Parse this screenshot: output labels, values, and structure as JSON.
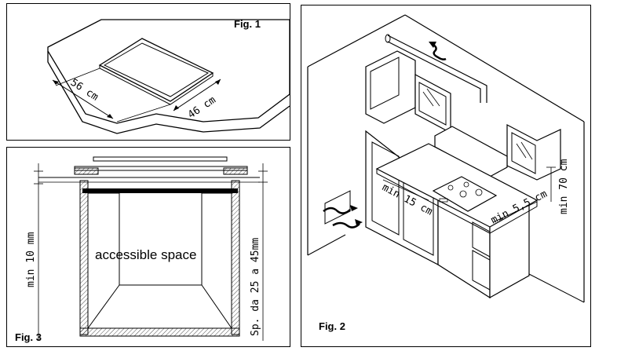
{
  "fig1": {
    "caption": "Fig. 1",
    "dim_length": "56 cm",
    "dim_depth": "46 cm"
  },
  "fig2": {
    "caption": "Fig. 2",
    "dim_wall": "min 15 cm",
    "dim_side": "min 5,5 cm",
    "dim_height": "min 70 cm"
  },
  "fig3": {
    "caption": "Fig. 3",
    "gap_label": "min 10 mm",
    "thickness_label": "Sp. da 25 a 45mm",
    "space_label": "accessible space"
  }
}
